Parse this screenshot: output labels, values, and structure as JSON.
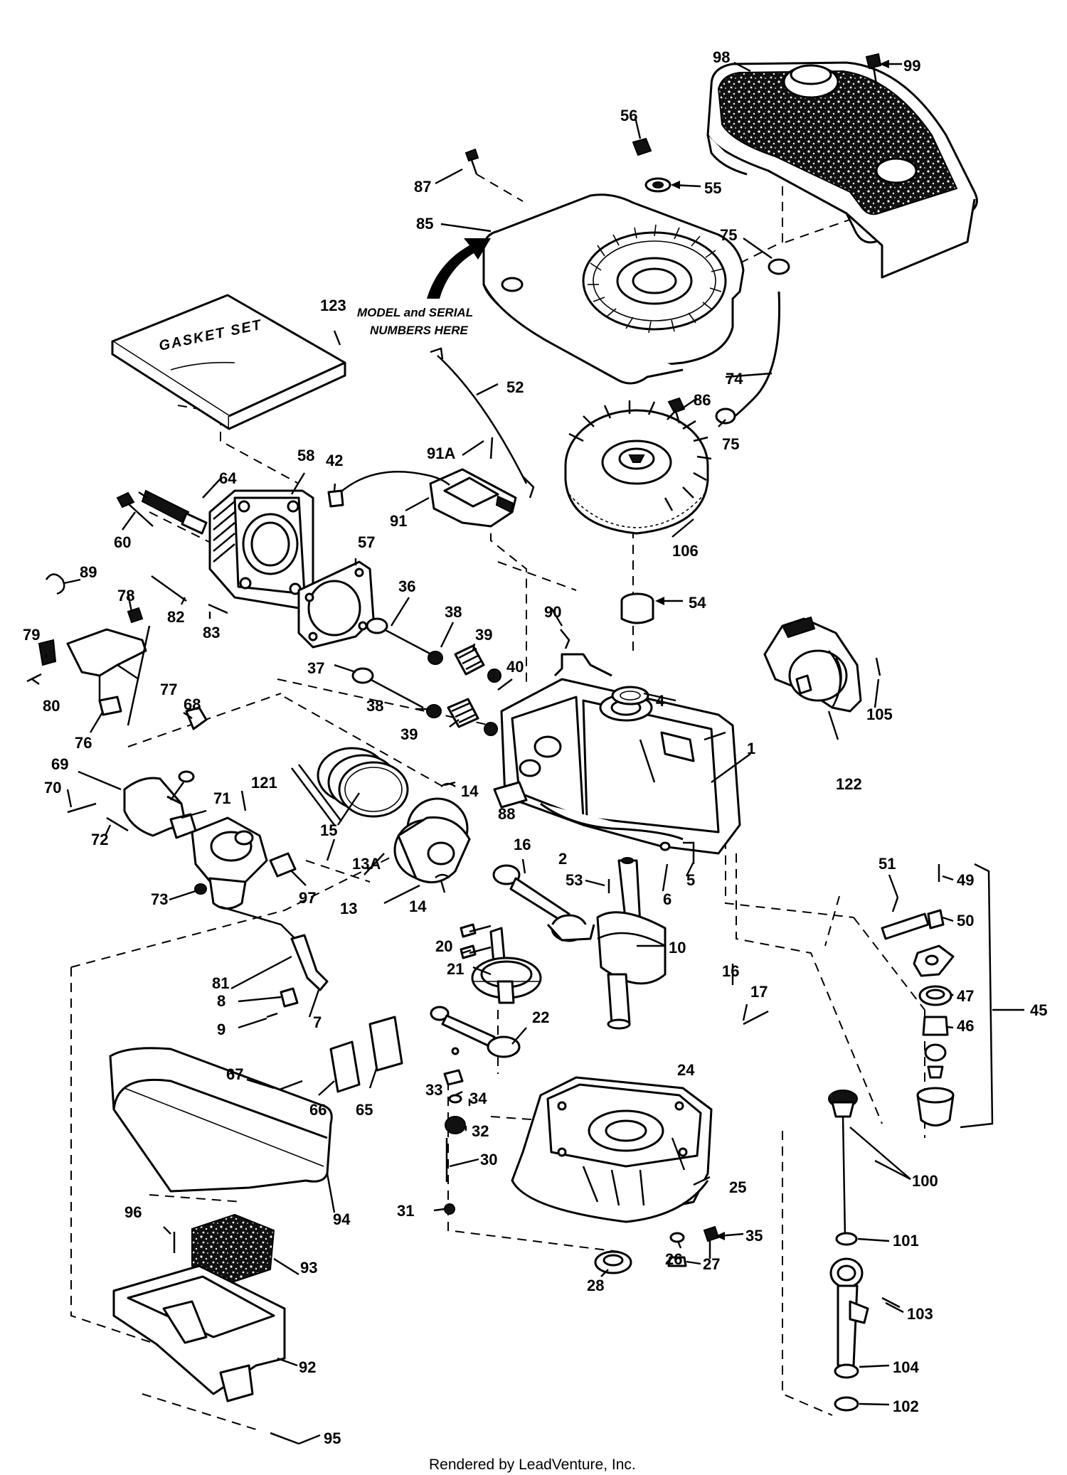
{
  "notes": {
    "model_serial_1": "MODEL and SERIAL",
    "model_serial_2": "NUMBERS HERE",
    "gasket_box": "GASKET SET"
  },
  "footer": "Rendered by LeadVenture, Inc.",
  "callouts": [
    {
      "id": "1",
      "label": "1"
    },
    {
      "id": "2",
      "label": "2"
    },
    {
      "id": "4",
      "label": "4"
    },
    {
      "id": "5",
      "label": "5"
    },
    {
      "id": "6",
      "label": "6"
    },
    {
      "id": "7",
      "label": "7"
    },
    {
      "id": "8",
      "label": "8"
    },
    {
      "id": "9",
      "label": "9"
    },
    {
      "id": "10",
      "label": "10"
    },
    {
      "id": "13",
      "label": "13"
    },
    {
      "id": "13A",
      "label": "13A"
    },
    {
      "id": "14a",
      "label": "14"
    },
    {
      "id": "14b",
      "label": "14"
    },
    {
      "id": "15",
      "label": "15"
    },
    {
      "id": "16a",
      "label": "16"
    },
    {
      "id": "16b",
      "label": "16"
    },
    {
      "id": "17",
      "label": "17"
    },
    {
      "id": "20",
      "label": "20"
    },
    {
      "id": "21",
      "label": "21"
    },
    {
      "id": "22",
      "label": "22"
    },
    {
      "id": "24",
      "label": "24"
    },
    {
      "id": "25",
      "label": "25"
    },
    {
      "id": "26",
      "label": "26"
    },
    {
      "id": "27",
      "label": "27"
    },
    {
      "id": "28",
      "label": "28"
    },
    {
      "id": "30",
      "label": "30"
    },
    {
      "id": "31",
      "label": "31"
    },
    {
      "id": "32",
      "label": "32"
    },
    {
      "id": "33",
      "label": "33"
    },
    {
      "id": "34",
      "label": "34"
    },
    {
      "id": "35",
      "label": "35"
    },
    {
      "id": "36",
      "label": "36"
    },
    {
      "id": "37",
      "label": "37"
    },
    {
      "id": "38a",
      "label": "38"
    },
    {
      "id": "38b",
      "label": "38"
    },
    {
      "id": "39a",
      "label": "39"
    },
    {
      "id": "39b",
      "label": "39"
    },
    {
      "id": "40",
      "label": "40"
    },
    {
      "id": "42",
      "label": "42"
    },
    {
      "id": "45",
      "label": "45"
    },
    {
      "id": "46",
      "label": "46"
    },
    {
      "id": "47",
      "label": "47"
    },
    {
      "id": "49",
      "label": "49"
    },
    {
      "id": "50",
      "label": "50"
    },
    {
      "id": "51",
      "label": "51"
    },
    {
      "id": "52",
      "label": "52"
    },
    {
      "id": "53",
      "label": "53"
    },
    {
      "id": "54",
      "label": "54"
    },
    {
      "id": "55",
      "label": "55"
    },
    {
      "id": "56",
      "label": "56"
    },
    {
      "id": "57",
      "label": "57"
    },
    {
      "id": "58",
      "label": "58"
    },
    {
      "id": "60",
      "label": "60"
    },
    {
      "id": "64",
      "label": "64"
    },
    {
      "id": "65",
      "label": "65"
    },
    {
      "id": "66",
      "label": "66"
    },
    {
      "id": "67",
      "label": "67"
    },
    {
      "id": "68",
      "label": "68"
    },
    {
      "id": "69",
      "label": "69"
    },
    {
      "id": "70",
      "label": "70"
    },
    {
      "id": "71",
      "label": "71"
    },
    {
      "id": "72",
      "label": "72"
    },
    {
      "id": "73",
      "label": "73"
    },
    {
      "id": "74",
      "label": "74"
    },
    {
      "id": "75a",
      "label": "75"
    },
    {
      "id": "75b",
      "label": "75"
    },
    {
      "id": "76",
      "label": "76"
    },
    {
      "id": "77",
      "label": "77"
    },
    {
      "id": "78",
      "label": "78"
    },
    {
      "id": "79",
      "label": "79"
    },
    {
      "id": "80",
      "label": "80"
    },
    {
      "id": "81",
      "label": "81"
    },
    {
      "id": "82",
      "label": "82"
    },
    {
      "id": "83",
      "label": "83"
    },
    {
      "id": "85",
      "label": "85"
    },
    {
      "id": "86",
      "label": "86"
    },
    {
      "id": "87",
      "label": "87"
    },
    {
      "id": "88",
      "label": "88"
    },
    {
      "id": "89",
      "label": "89"
    },
    {
      "id": "90",
      "label": "90"
    },
    {
      "id": "91",
      "label": "91"
    },
    {
      "id": "91A",
      "label": "91A"
    },
    {
      "id": "92",
      "label": "92"
    },
    {
      "id": "93",
      "label": "93"
    },
    {
      "id": "94",
      "label": "94"
    },
    {
      "id": "95",
      "label": "95"
    },
    {
      "id": "96",
      "label": "96"
    },
    {
      "id": "97",
      "label": "97"
    },
    {
      "id": "98",
      "label": "98"
    },
    {
      "id": "99",
      "label": "99"
    },
    {
      "id": "100",
      "label": "100"
    },
    {
      "id": "101",
      "label": "101"
    },
    {
      "id": "102",
      "label": "102"
    },
    {
      "id": "103",
      "label": "103"
    },
    {
      "id": "104",
      "label": "104"
    },
    {
      "id": "105",
      "label": "105"
    },
    {
      "id": "106",
      "label": "106"
    },
    {
      "id": "121",
      "label": "121"
    },
    {
      "id": "122",
      "label": "122"
    },
    {
      "id": "123",
      "label": "123"
    }
  ]
}
